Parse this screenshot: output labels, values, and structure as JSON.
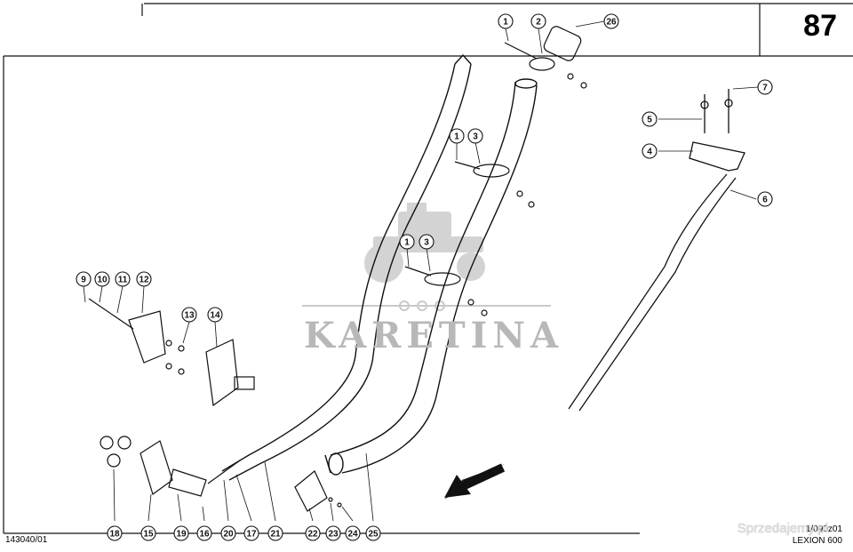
{
  "page": {
    "number": "87",
    "catalog_code": "143040/01",
    "drawing_code": "1/090z01",
    "model": "LEXION 600"
  },
  "watermark": {
    "text": "KARETINA",
    "badge": "Sprzedajemy.pl"
  },
  "callouts": [
    {
      "num": "1"
    },
    {
      "num": "2"
    },
    {
      "num": "26"
    },
    {
      "num": "7"
    },
    {
      "num": "5"
    },
    {
      "num": "4"
    },
    {
      "num": "1"
    },
    {
      "num": "3"
    },
    {
      "num": "6"
    },
    {
      "num": "1"
    },
    {
      "num": "3"
    },
    {
      "num": "9"
    },
    {
      "num": "10"
    },
    {
      "num": "11"
    },
    {
      "num": "12"
    },
    {
      "num": "13"
    },
    {
      "num": "14"
    },
    {
      "num": "18"
    },
    {
      "num": "15"
    },
    {
      "num": "19"
    },
    {
      "num": "16"
    },
    {
      "num": "20"
    },
    {
      "num": "17"
    },
    {
      "num": "21"
    },
    {
      "num": "22"
    },
    {
      "num": "23"
    },
    {
      "num": "24"
    },
    {
      "num": "25"
    }
  ],
  "colors": {
    "line": "#111111",
    "watermark": "#b8b8b8"
  }
}
